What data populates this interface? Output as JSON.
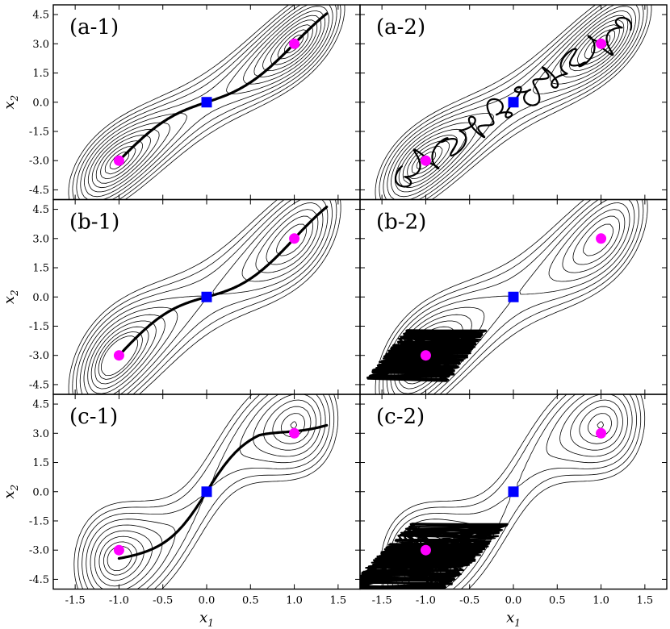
{
  "chart_data": {
    "type": "contour",
    "layout": "3 rows x 2 columns, shared axes",
    "x_axis": {
      "label_main": "x",
      "label_sub": "1",
      "range": [
        -1.75,
        1.75
      ],
      "ticks": [
        -1.5,
        -1.0,
        -0.5,
        0.0,
        0.5,
        1.0,
        1.5
      ],
      "tick_labels": [
        "-1.5",
        "-1.0",
        "-0.5",
        "0.0",
        "0.5",
        "1.0",
        "1.5"
      ]
    },
    "y_axis": {
      "label_main": "x",
      "label_sub": "2",
      "range": [
        -5.0,
        5.0
      ],
      "ticks": [
        -4.5,
        -3.0,
        -1.5,
        0.0,
        1.5,
        3.0,
        4.5
      ],
      "tick_labels": [
        "-4.5",
        "-3.0",
        "-1.5",
        "0.0",
        "1.5",
        "3.0",
        "4.5"
      ]
    },
    "markers": {
      "minima": {
        "shape": "circle",
        "color": "#ff00ff",
        "points": [
          [
            -1.0,
            -3.0
          ],
          [
            1.0,
            3.0
          ]
        ]
      },
      "saddle": {
        "shape": "square",
        "color": "#0000ff",
        "points": [
          [
            0.0,
            0.0
          ]
        ]
      }
    },
    "panels": [
      {
        "label": "(a-1)",
        "landscape": "a",
        "trajectory": "smooth-path"
      },
      {
        "label": "(a-2)",
        "landscape": "a",
        "trajectory": "oscillating-path"
      },
      {
        "label": "(b-1)",
        "landscape": "b",
        "trajectory": "smooth-path"
      },
      {
        "label": "(b-2)",
        "landscape": "b",
        "trajectory": "trapped-near-lower-minimum"
      },
      {
        "label": "(c-1)",
        "landscape": "c",
        "trajectory": "smooth-path"
      },
      {
        "label": "(c-2)",
        "landscape": "c",
        "trajectory": "trapped-near-lower-minimum"
      }
    ],
    "grid": false,
    "legend": "none"
  }
}
